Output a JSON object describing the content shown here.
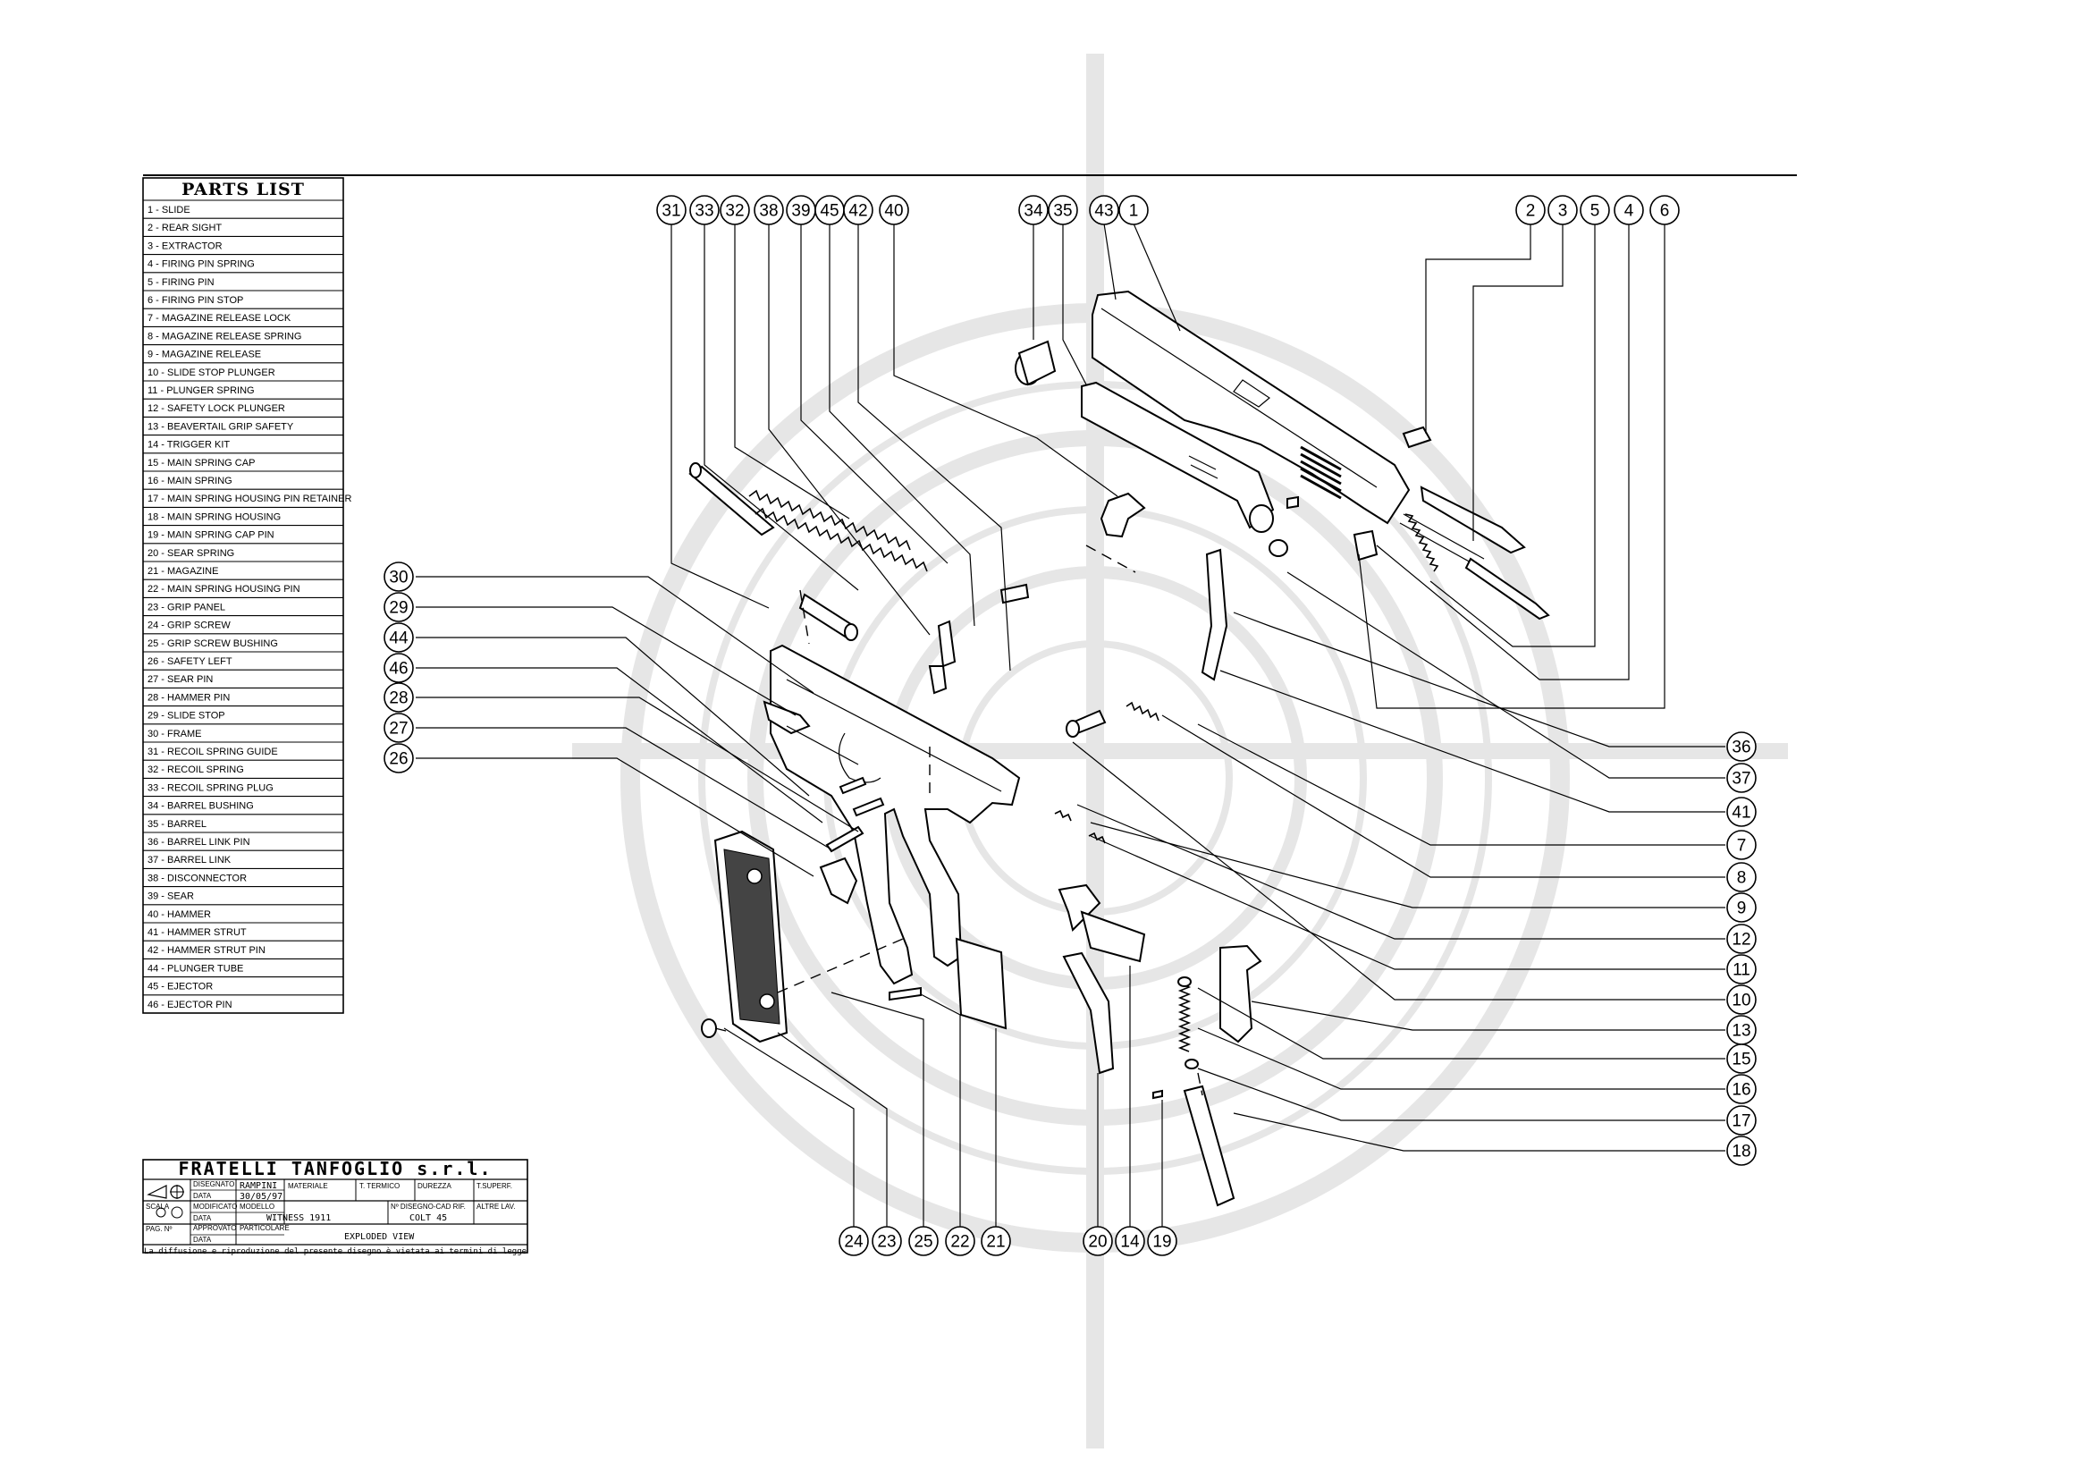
{
  "parts_list": {
    "title": "PARTS LIST",
    "items": [
      "1 - SLIDE",
      "2 - REAR SIGHT",
      "3 - EXTRACTOR",
      "4 - FIRING PIN SPRING",
      "5 - FIRING PIN",
      "6 - FIRING PIN STOP",
      "7 - MAGAZINE RELEASE LOCK",
      "8 - MAGAZINE RELEASE SPRING",
      "9 - MAGAZINE RELEASE",
      "10 - SLIDE STOP PLUNGER",
      "11 - PLUNGER SPRING",
      "12 - SAFETY LOCK PLUNGER",
      "13 - BEAVERTAIL GRIP SAFETY",
      "14 - TRIGGER KIT",
      "15 - MAIN SPRING CAP",
      "16 - MAIN SPRING",
      "17 - MAIN SPRING HOUSING PIN RETAINER",
      "18 - MAIN SPRING HOUSING",
      "19 - MAIN SPRING CAP PIN",
      "20 - SEAR SPRING",
      "21 - MAGAZINE",
      "22 - MAIN SPRING HOUSING PIN",
      "23 - GRIP PANEL",
      "24 - GRIP SCREW",
      "25 - GRIP SCREW BUSHING",
      "26 - SAFETY LEFT",
      "27 - SEAR PIN",
      "28 - HAMMER PIN",
      "29 - SLIDE STOP",
      "30 - FRAME",
      "31 - RECOIL SPRING GUIDE",
      "32 - RECOIL SPRING",
      "33 - RECOIL SPRING PLUG",
      "34 - BARREL BUSHING",
      "35 - BARREL",
      "36 - BARREL LINK PIN",
      "37 - BARREL LINK",
      "38 - DISCONNECTOR",
      "39 - SEAR",
      "40 - HAMMER",
      "41 - HAMMER STRUT",
      "42 - HAMMER STRUT PIN",
      "44 - PLUNGER TUBE",
      "45 - EJECTOR",
      "46 - EJECTOR PIN"
    ]
  },
  "title_block": {
    "company": "FRATELLI TANFOGLIO s.r.l.",
    "designed_label": "DISEGNATO",
    "designed_value": "RAMPINI",
    "date_label": "DATA",
    "date_value": "30/05/97",
    "material_label": "MATERIALE",
    "heat_label": "T. TERMICO",
    "hardness_label": "DUREZZA",
    "surface_label": "T.SUPERF.",
    "scale_label": "SCALA",
    "modified_label": "MODIFICATO",
    "modified_date_label": "DATA",
    "model_label": "MODELLO",
    "model_value": "WITNESS 1911",
    "ref_label": "Nº DISEGNO-CAD RIF.",
    "ref_value": "COLT 45",
    "other_label": "ALTRE LAV.",
    "page_label": "PAG. Nº",
    "approved_label": "APPROVATO",
    "approved_date_label": "DATA",
    "part_label": "PARTICOLARE",
    "part_value": "EXPLODED VIEW",
    "note": "La diffusione e riproduzione del presente disegno è vietata ai termini di legge"
  },
  "callouts": [
    "31",
    "33",
    "32",
    "38",
    "39",
    "45",
    "42",
    "40",
    "34",
    "35",
    "43",
    "1",
    "2",
    "3",
    "5",
    "4",
    "6",
    "30",
    "29",
    "44",
    "46",
    "28",
    "27",
    "26",
    "36",
    "37",
    "41",
    "7",
    "8",
    "9",
    "12",
    "11",
    "10",
    "13",
    "15",
    "16",
    "17",
    "18",
    "24",
    "23",
    "25",
    "22",
    "21",
    "20",
    "14",
    "19"
  ]
}
